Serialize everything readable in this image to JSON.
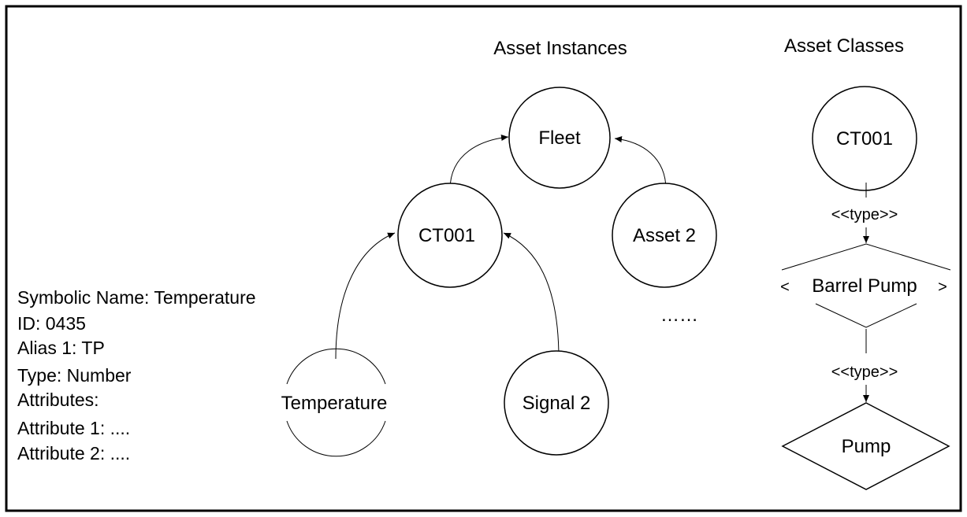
{
  "headings": {
    "instances": "Asset Instances",
    "classes": "Asset Classes"
  },
  "instances": {
    "fleet": "Fleet",
    "ct001": "CT001",
    "asset2": "Asset 2",
    "temperature": "Temperature",
    "signal2": "Signal 2",
    "ellipsis": "……"
  },
  "classes": {
    "ct001": "CT001",
    "type_rel_1": "<<type>>",
    "barrel_left": "<",
    "barrel": "Barrel Pump",
    "barrel_right": ">",
    "type_rel_2": "<<type>>",
    "pump": "Pump"
  },
  "signal_info": [
    "Symbolic Name: Temperature",
    "ID: 0435",
    "Alias 1: TP",
    "Type: Number",
    "Attributes:",
    "Attribute 1: ....",
    "Attribute 2: ...."
  ]
}
